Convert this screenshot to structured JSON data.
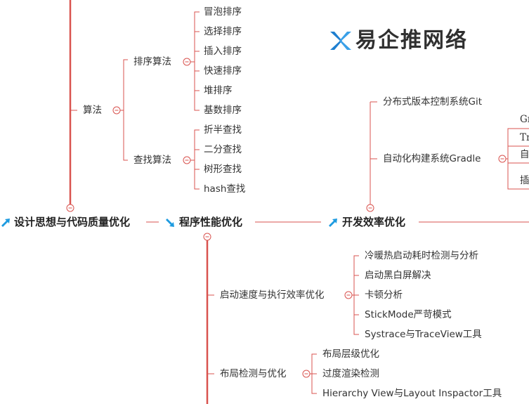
{
  "colors": {
    "line": "#d9534f",
    "icon": "#1e9be0"
  },
  "main_nodes": [
    {
      "label": "设计思想与代码质量优化",
      "icon": "arrow-up-right-icon"
    },
    {
      "label": "程序性能优化",
      "icon": "arrow-down-right-icon"
    },
    {
      "label": "开发效率优化",
      "icon": "arrow-up-right-icon"
    }
  ],
  "design": {
    "algorithm": "算法",
    "sort": {
      "label": "排序算法",
      "items": [
        "冒泡排序",
        "选择排序",
        "插入排序",
        "快速排序",
        "堆排序",
        "基数排序"
      ]
    },
    "search": {
      "label": "查找算法",
      "items": [
        "折半查找",
        "二分查找",
        "树形查找",
        "hash查找"
      ]
    }
  },
  "performance": {
    "startup": {
      "label": "启动速度与执行效率优化",
      "items": [
        "冷暖热启动耗时检测与分析",
        "启动黑白屏解决",
        "卡顿分析",
        "StickMode严苛模式",
        "Systrace与TraceView工具"
      ]
    },
    "layout": {
      "label": "布局检测与优化",
      "items": [
        "布局层级优化",
        "过度渲染检测",
        "Hierarchy View与Layout Inspactor工具"
      ]
    }
  },
  "efficiency": {
    "git": "分布式版本控制系统Git",
    "gradle": {
      "label": "自动化构建系统Gradle",
      "items": [
        "Gr",
        "Tr",
        "自",
        "插"
      ]
    }
  },
  "watermark": "易企推网络"
}
